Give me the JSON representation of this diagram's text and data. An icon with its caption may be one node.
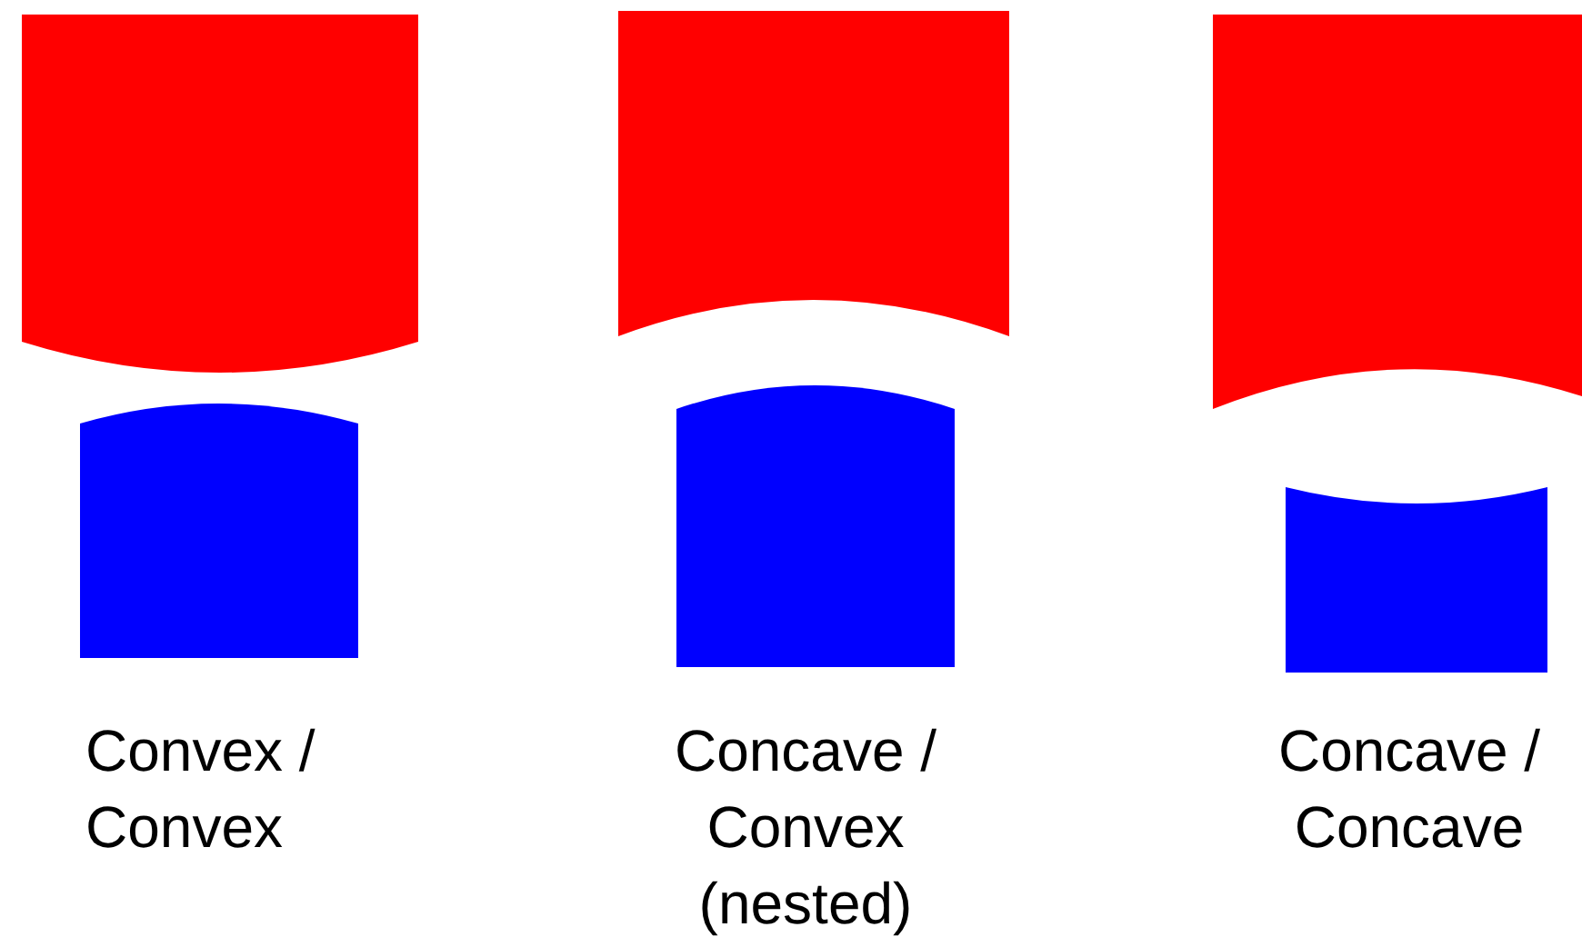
{
  "diagram": {
    "labels": [
      "Convex / Convex",
      "Concave / Convex (nested)",
      "Concave / Concave"
    ]
  }
}
